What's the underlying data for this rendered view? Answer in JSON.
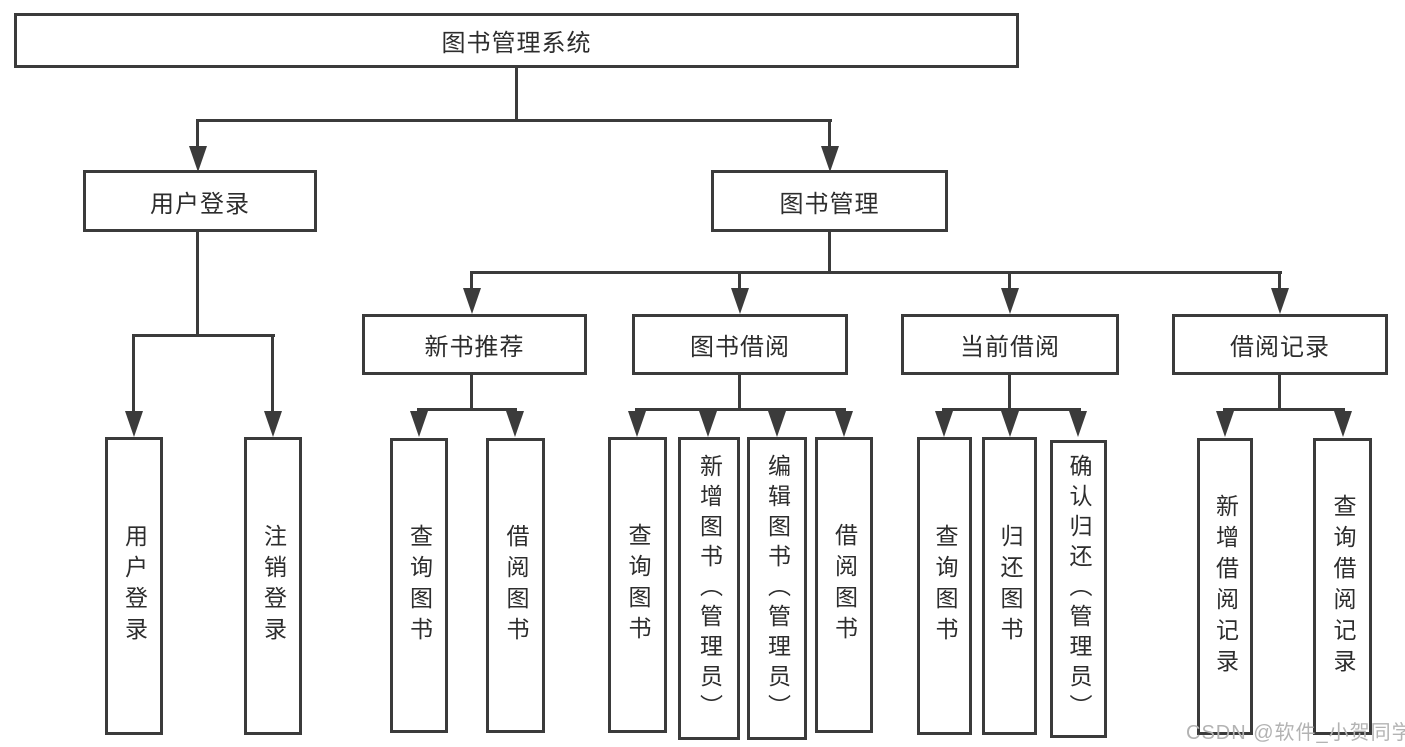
{
  "diagram": {
    "title": "图书管理系统",
    "root": {
      "label": "图书管理系统"
    },
    "level2": [
      {
        "label": "用户登录"
      },
      {
        "label": "图书管理"
      }
    ],
    "level3": [
      {
        "label": "新书推荐"
      },
      {
        "label": "图书借阅"
      },
      {
        "label": "当前借阅"
      },
      {
        "label": "借阅记录"
      }
    ],
    "leaves": {
      "user_login": [
        "用户登录",
        "注销登录"
      ],
      "new_books": [
        "查询图书",
        "借阅图书"
      ],
      "book_borrow": [
        "查询图书",
        "新增图书（管理员）",
        "编辑图书（管理员）",
        "借阅图书"
      ],
      "current_borrow": [
        "查询图书",
        "归还图书",
        "确认归还（管理员）"
      ],
      "borrow_records": [
        "新增借阅记录",
        "查询借阅记录"
      ]
    }
  },
  "watermark": "CSDN @软件_小贺同学",
  "colors": {
    "line": "#3b3b3b",
    "text": "#2d2d2d",
    "watermark": "#b3b3b3",
    "background": "#ffffff"
  }
}
